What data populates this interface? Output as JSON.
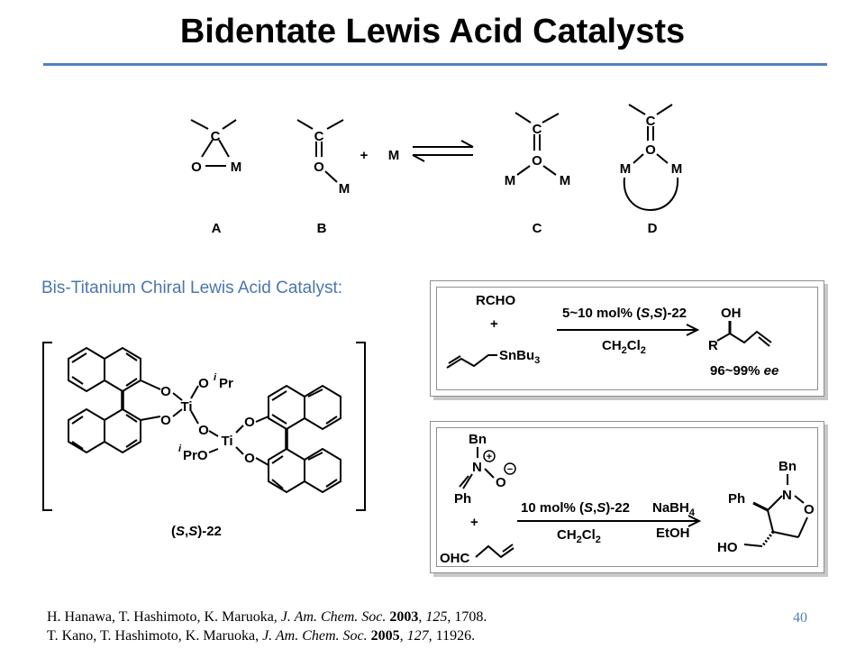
{
  "slide": {
    "title": "Bidentate Lewis Acid Catalysts",
    "subtitle": "Bis-Titanium Chiral Lewis Acid Catalyst:",
    "page_number": "40"
  },
  "top_scheme": {
    "atom_c": "C",
    "atom_o": "O",
    "atom_m": "M",
    "plus": "+",
    "labels": [
      "A",
      "B",
      "C",
      "D"
    ]
  },
  "catalyst": {
    "o": "O",
    "ti": "Ti",
    "o_ipr": "O",
    "i_sup": "i",
    "pr": "Pr",
    "ipr_o": "PrO",
    "label_open": "(",
    "label_s": "S",
    "label_comma": ",",
    "label_close": ")-22"
  },
  "reaction1": {
    "rcho": "RCHO",
    "plus": "+",
    "sn": "SnBu",
    "sn_sub": "3",
    "cond_pre": "5~10 mol% (",
    "cond_s": "S",
    "cond_comma": ",",
    "cond_post": ")-22",
    "solvent": "CH",
    "solvent_sub": "2",
    "solvent_post": "Cl",
    "solvent_sub2": "2",
    "oh": "OH",
    "r": "R",
    "ee_value": "96~99%",
    "ee_unit": "ee"
  },
  "reaction2": {
    "bn": "Bn",
    "n": "N",
    "o": "O",
    "plus_charge": "+",
    "minus_charge": "−",
    "ph": "Ph",
    "plus": "+",
    "ohc": "OHC",
    "cond_pre": "10 mol% (",
    "cond_s": "S",
    "cond_comma": ",",
    "cond_post": ")-22",
    "solvent": "CH",
    "solvent_sub": "2",
    "solvent_post": "Cl",
    "solvent_sub2": "2",
    "reagent": "NaBH",
    "reagent_sub": "4",
    "reagent2": "EtOH",
    "prod_bn": "Bn",
    "prod_ph": "Ph",
    "prod_n": "N",
    "prod_o": "O",
    "prod_ho": "HO"
  },
  "references": [
    {
      "authors": "H. Hanawa, T. Hashimoto, K. Maruoka, ",
      "journal": "J. Am. Chem. Soc.",
      "year": "2003",
      "volume": "125",
      "pages": ", 1708."
    },
    {
      "authors": "T. Kano, T. Hashimoto, K. Maruoka, ",
      "journal": "J. Am. Chem. Soc.",
      "year": "2005",
      "volume": "127",
      "pages": ", 11926."
    }
  ]
}
